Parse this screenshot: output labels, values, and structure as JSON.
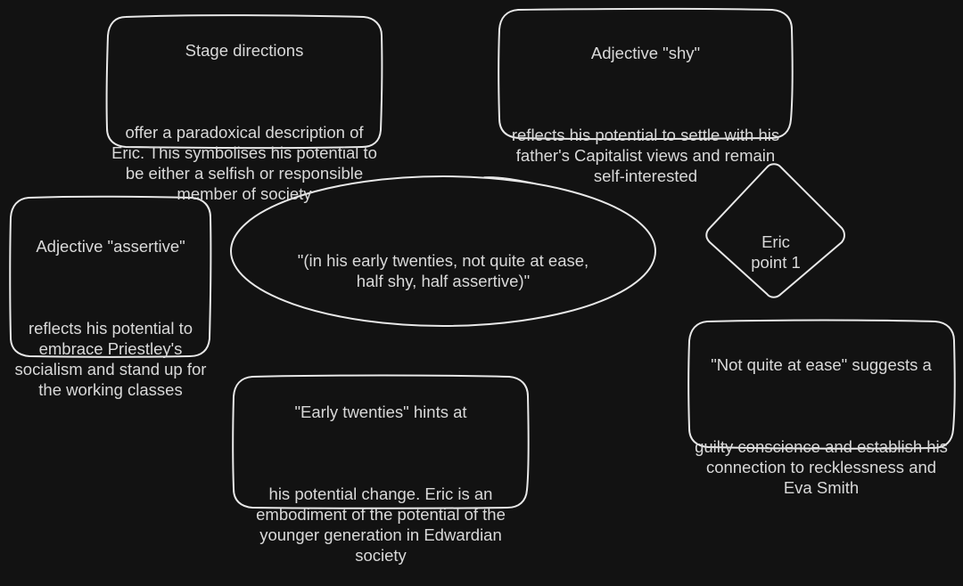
{
  "nodes": {
    "stage_directions": {
      "heading": "Stage directions",
      "body": "offer a paradoxical description of Eric. This symbolises his potential to be either a selfish or responsible member of society"
    },
    "adjective_shy": {
      "heading": "Adjective \"shy\"",
      "body": "reflects his potential to settle with his father's Capitalist views and remain self-interested"
    },
    "quote": {
      "text": "\"(in his early twenties, not quite at ease, half shy, half assertive)\""
    },
    "eric_point": {
      "text": "Eric\npoint  1"
    },
    "adjective_assertive": {
      "heading": "Adjective \"assertive\"",
      "body": "reflects his potential to embrace Priestley's socialism and stand up for the working classes"
    },
    "not_quite_at_ease": {
      "heading": "\"Not quite at ease\" suggests a",
      "body": "guilty conscience and establish his connection to recklessness and Eva Smith"
    },
    "early_twenties": {
      "heading": "\"Early twenties\" hints at",
      "body": "his potential change. Eric is an embodiment of the potential of the younger generation in Edwardian society"
    }
  }
}
